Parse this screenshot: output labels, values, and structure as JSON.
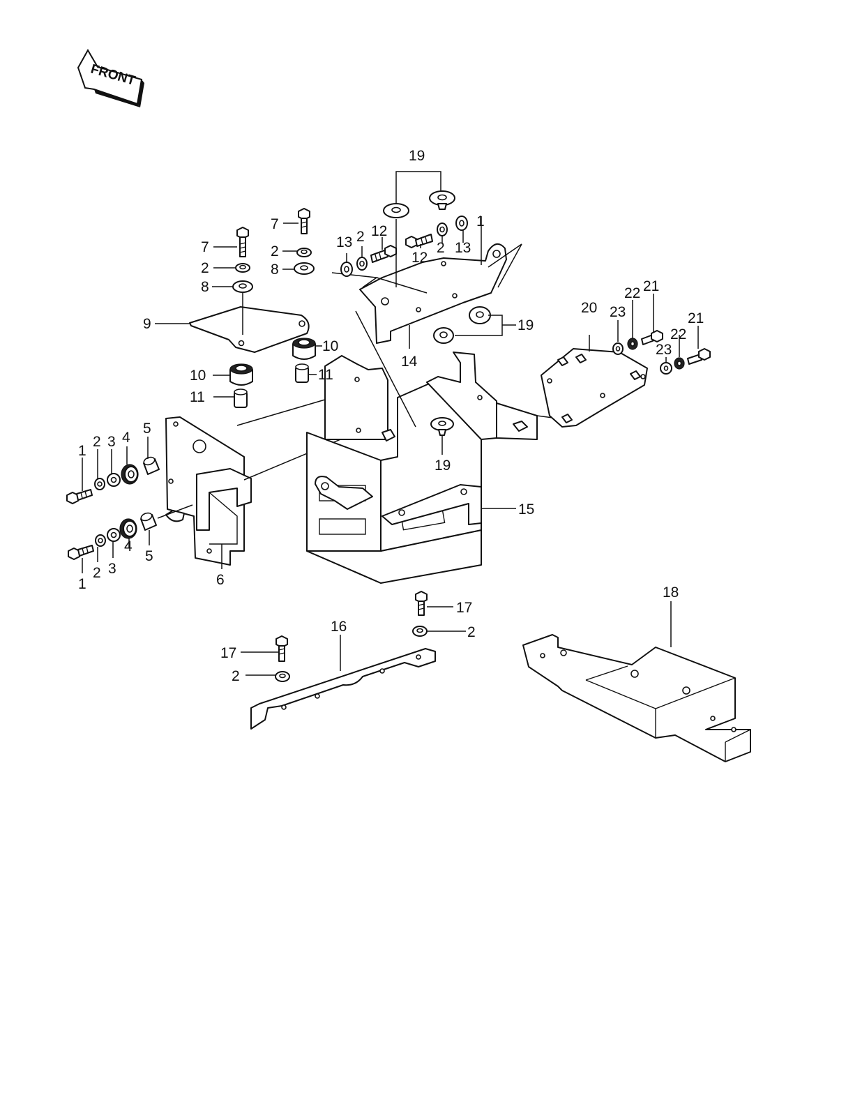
{
  "direction_arrow": {
    "label": "FRONT"
  },
  "callouts": [
    {
      "id": "c19a",
      "text": "19"
    },
    {
      "id": "c7a",
      "text": "7"
    },
    {
      "id": "c7b",
      "text": "7"
    },
    {
      "id": "c2a",
      "text": "2"
    },
    {
      "id": "c8a",
      "text": "8"
    },
    {
      "id": "c2b",
      "text": "2"
    },
    {
      "id": "c8b",
      "text": "8"
    },
    {
      "id": "c9",
      "text": "9"
    },
    {
      "id": "c10a",
      "text": "10"
    },
    {
      "id": "c10b",
      "text": "10"
    },
    {
      "id": "c11a",
      "text": "11"
    },
    {
      "id": "c11b",
      "text": "11"
    },
    {
      "id": "c13a",
      "text": "13"
    },
    {
      "id": "c2c",
      "text": "2"
    },
    {
      "id": "c12a",
      "text": "12"
    },
    {
      "id": "c12b",
      "text": "12"
    },
    {
      "id": "c2d",
      "text": "2"
    },
    {
      "id": "c13b",
      "text": "13"
    },
    {
      "id": "c1",
      "text": "1"
    },
    {
      "id": "c14",
      "text": "14"
    },
    {
      "id": "c19b",
      "text": "19"
    },
    {
      "id": "c19c",
      "text": "19"
    },
    {
      "id": "c20",
      "text": "20"
    },
    {
      "id": "c23a",
      "text": "23"
    },
    {
      "id": "c22a",
      "text": "22"
    },
    {
      "id": "c21a",
      "text": "21"
    },
    {
      "id": "c21b",
      "text": "21"
    },
    {
      "id": "c22b",
      "text": "22"
    },
    {
      "id": "c23b",
      "text": "23"
    },
    {
      "id": "c1a",
      "text": "1"
    },
    {
      "id": "c2e",
      "text": "2"
    },
    {
      "id": "c3a",
      "text": "3"
    },
    {
      "id": "c4a",
      "text": "4"
    },
    {
      "id": "c5a",
      "text": "5"
    },
    {
      "id": "c15",
      "text": "15"
    },
    {
      "id": "c4b",
      "text": "4"
    },
    {
      "id": "c5b",
      "text": "5"
    },
    {
      "id": "c1b",
      "text": "1"
    },
    {
      "id": "c2f",
      "text": "2"
    },
    {
      "id": "c3b",
      "text": "3"
    },
    {
      "id": "c6",
      "text": "6"
    },
    {
      "id": "c18",
      "text": "18"
    },
    {
      "id": "c17a",
      "text": "17"
    },
    {
      "id": "c16",
      "text": "16"
    },
    {
      "id": "c2g",
      "text": "2"
    },
    {
      "id": "c17b",
      "text": "17"
    },
    {
      "id": "c2h",
      "text": "2"
    }
  ]
}
